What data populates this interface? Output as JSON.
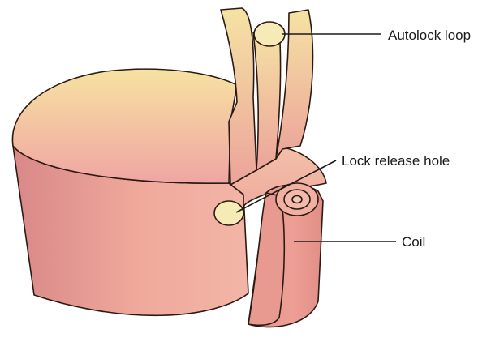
{
  "diagram": {
    "labels": {
      "autolock_loop": "Autolock loop",
      "lock_release_hole": "Lock release hole",
      "coil": "Coil"
    },
    "colors": {
      "strap_top": "#f5e3a3",
      "strap_bottom": "#eca39b",
      "lid_top": "#f7e2a1",
      "lid_bottom": "#f0a5a3",
      "body_left": "#d98888",
      "body_mid": "#f2afa2",
      "coil_fill": "#e89c92",
      "hole_fill": "#f6eab7",
      "outline": "#2b1a14",
      "leader": "#1a1a1a"
    }
  }
}
